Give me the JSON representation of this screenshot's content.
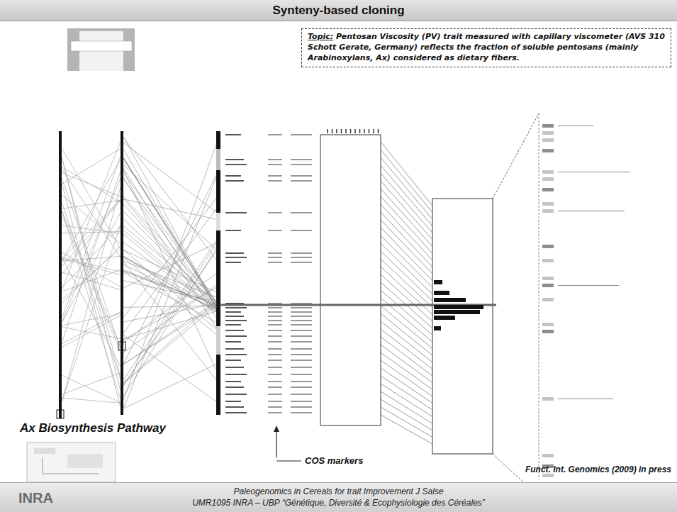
{
  "diagram": {
    "title": "Synteny-based cloning",
    "nodes": [
      {
        "text": [
          "Topic:",
          "Pentosan Viscosity (PV) trait measured with capillary viscometer (AVS 310 Schott Gerate, Germany) reflects the fraction of soluble pentosans (mainly Arabinoxylans, Ax) considered as dietary fibers."
        ]
      },
      {
        "text": [
          "Paleogenomics in Cereals for trait Improvement J Salse",
          "UMR1095 INRA – UBP “Génétique, Diversité & Ecophysiologie des Céréales”"
        ]
      }
    ],
    "labels": [
      "Ax Biosynthesis Pathway",
      "COS markers",
      "Funct. Int. Genomics (2009) in press",
      "INRA"
    ]
  }
}
